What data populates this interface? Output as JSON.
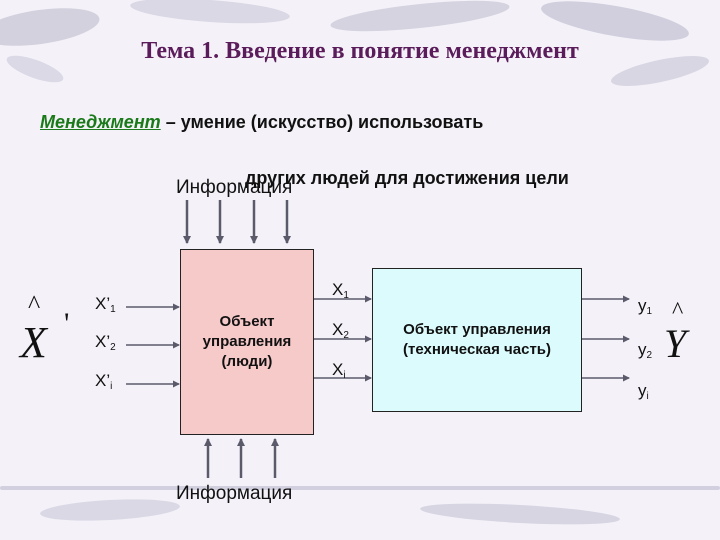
{
  "title": "Тема 1. Введение в понятие менеджмент",
  "definition": {
    "term": "Менеджмент",
    "line1_rest": " – умение  (искусство)  использовать",
    "line2": "других людей для достижения цели"
  },
  "information_top": "Информация",
  "information_bottom": "Информация",
  "box_people": {
    "line1": "Объект",
    "line2": "управления",
    "line3": "(люди)"
  },
  "box_tech": {
    "line1": "Объект управления",
    "line2": "(техническая часть)"
  },
  "inputs": [
    {
      "base": "X’",
      "sub": "1"
    },
    {
      "base": "X’",
      "sub": "2"
    },
    {
      "base": "X’",
      "sub": "i"
    }
  ],
  "middle": [
    {
      "base": "X",
      "sub": "1"
    },
    {
      "base": "X",
      "sub": "2"
    },
    {
      "base": "X",
      "sub": "i"
    }
  ],
  "outputs": [
    {
      "base": "y",
      "sub": "1"
    },
    {
      "base": "y",
      "sub": "2"
    },
    {
      "base": "y",
      "sub": "i"
    }
  ],
  "x_hat": {
    "letter": "X",
    "prime": "'"
  },
  "y_hat": {
    "letter": "Y"
  },
  "colors": {
    "title": "#5a1c5a",
    "term": "#1a7a1a",
    "people_box": "#f7caca",
    "tech_box": "#dcfbfd",
    "arrow": "#5a5a6a"
  }
}
